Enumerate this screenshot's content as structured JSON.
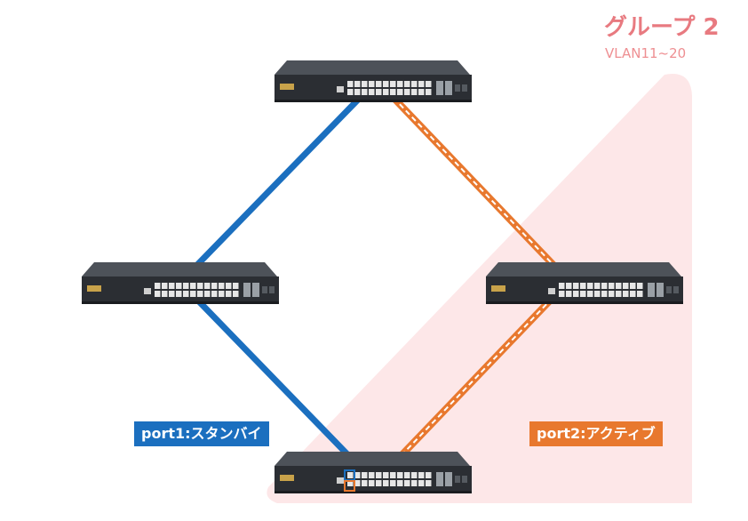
{
  "group": {
    "title": "グループ 2",
    "vlan": "VLAN11~20"
  },
  "links": {
    "standby_label": "port1:スタンバイ",
    "active_label": "port2:アクティブ"
  },
  "colors": {
    "standby": "#1b6fbf",
    "active": "#e8782e",
    "group_region": "#fde7e8",
    "group_text": "#e87a80",
    "switch_body": "#3c4046",
    "switch_front": "#2b2e33",
    "port": "#e6e6e6"
  },
  "icons": {
    "switch": "network-switch-icon"
  }
}
